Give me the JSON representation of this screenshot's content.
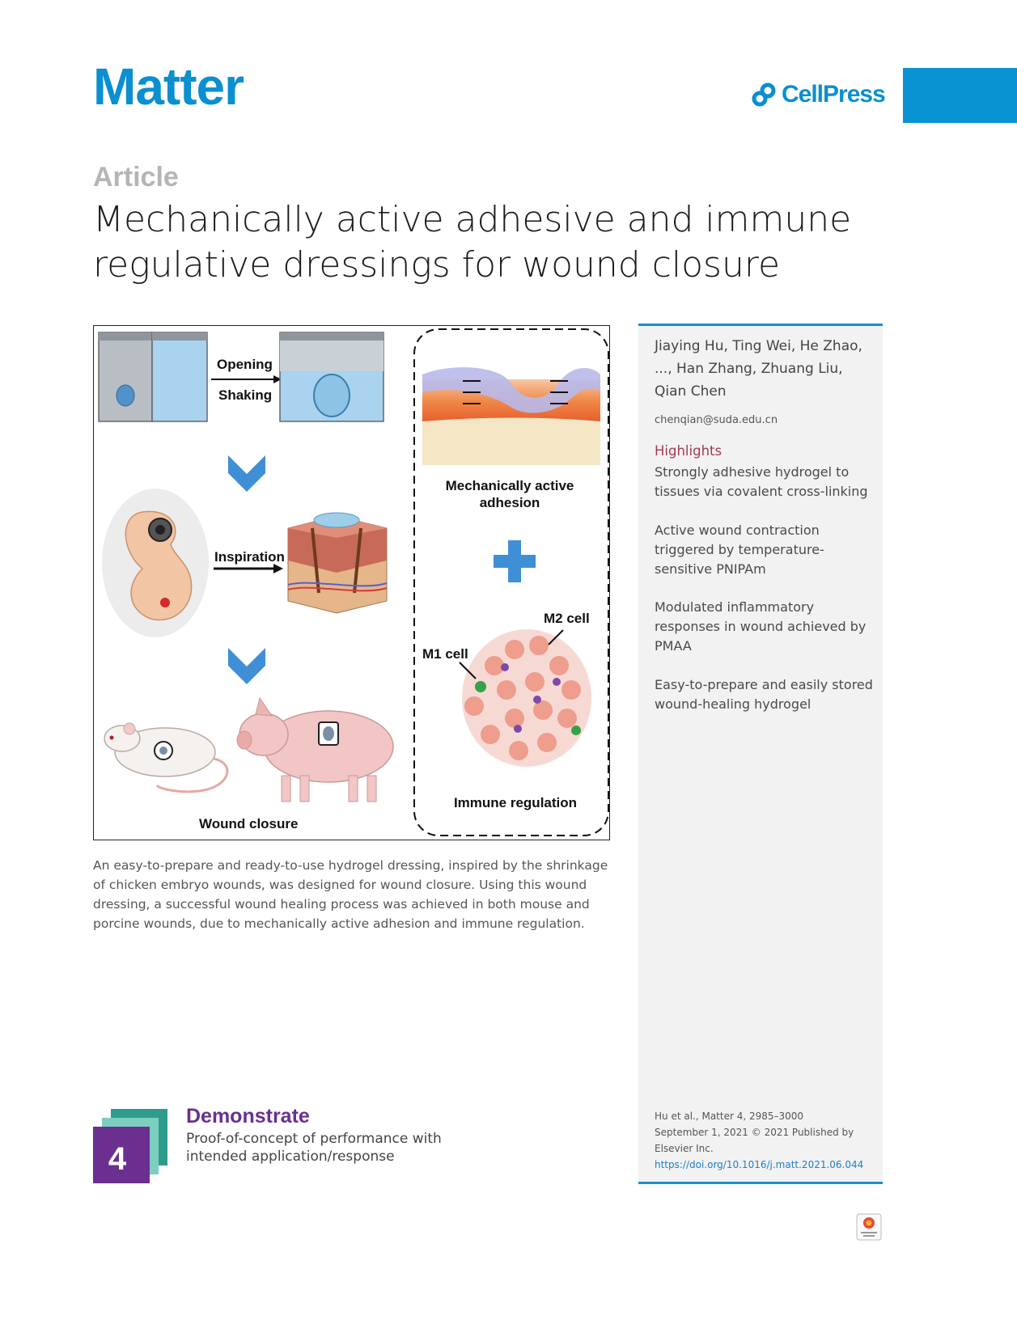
{
  "header": {
    "journal": "Matter",
    "publisher": "CellPress"
  },
  "article": {
    "type": "Article",
    "title": "Mechanically active adhesive and immune regulative dressings for wound closure"
  },
  "figure": {
    "labels": {
      "opening": "Opening",
      "shaking": "Shaking",
      "inspiration": "Inspiration",
      "wound_closure": "Wound closure",
      "mech_line1": "Mechanically active",
      "mech_line2": "adhesion",
      "m2_cell": "M2 cell",
      "m1_cell": "M1 cell",
      "immune": "Immune regulation"
    }
  },
  "caption": "An easy-to-prepare and ready-to-use hydrogel dressing, inspired by the shrinkage of chicken embryo wounds, was designed for wound closure. Using this wound dressing, a successful wound healing process was achieved in both mouse and porcine wounds, due to mechanically active adhesion and immune regulation.",
  "sidebar": {
    "authors": "Jiaying Hu, Ting Wei, He Zhao, ..., Han Zhang, Zhuang Liu, Qian Chen",
    "email": "chenqian@suda.edu.cn",
    "highlights_heading": "Highlights",
    "highlights": [
      "Strongly adhesive hydrogel to tissues via covalent cross-linking",
      "Active wound contraction triggered by temperature-sensitive PNIPAm",
      "Modulated inflammatory responses in wound achieved by PMAA",
      "Easy-to-prepare and easily stored wound-healing hydrogel"
    ],
    "citation_line1": "Hu et al., Matter 4, 2985–3000",
    "citation_line2": "September 1, 2021 © 2021 Published by Elsevier Inc.",
    "doi": "https://doi.org/10.1016/j.matt.2021.06.044"
  },
  "badge": {
    "number": "4",
    "title": "Demonstrate",
    "subtitle": "Proof-of-concept of performance with intended application/response"
  },
  "colors": {
    "brand_blue": "#0a8fd0",
    "badge_purple": "#6a2f8f",
    "badge_teal": "#2e9c8c",
    "highlight_red": "#a43a4e"
  }
}
